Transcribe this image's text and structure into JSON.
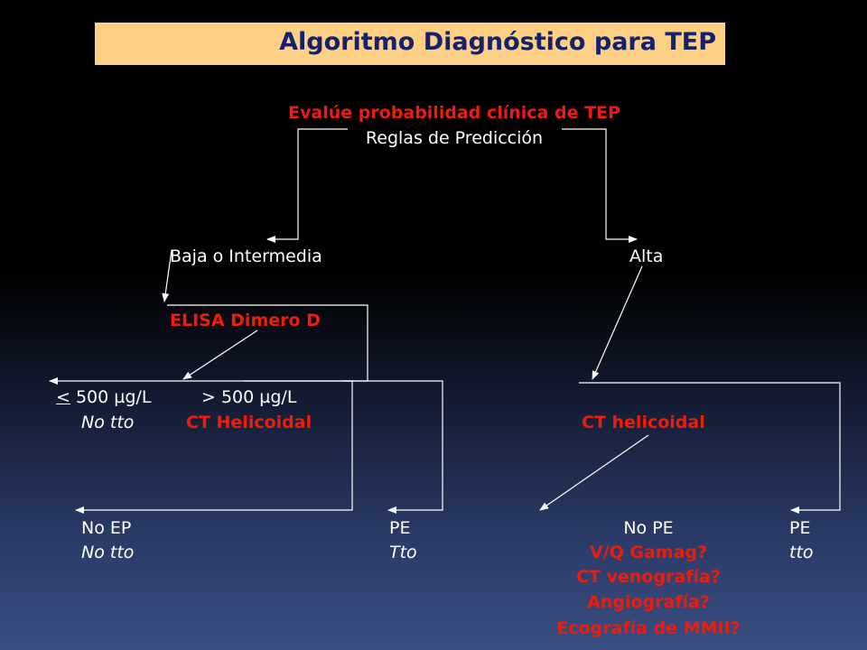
{
  "title": "Algoritmo Diagnóstico para TEP",
  "colors": {
    "title_bg": "#fdd085",
    "title_text": "#16216e",
    "highlight": "#ee1c0c",
    "text": "#ffffff"
  },
  "nodes": {
    "root_title": "Evalúe probabilidad clínica de TEP",
    "root_sub": "Reglas de Predicción",
    "low": "Baja o Intermedia",
    "high": "Alta",
    "elisa": "ELISA Dimero D",
    "lt_symbol": "<",
    "lt_value": " 500 µg/L",
    "lt_action": "No tto",
    "gt_value": "> 500 µg/L",
    "gt_action": "CT Helicoidal",
    "ct_high": "CT helicoidal",
    "no_ep": "No EP",
    "no_ep_action": "No tto",
    "pe_left": "PE",
    "pe_left_action": "Tto",
    "no_pe": "No PE",
    "no_pe_options": [
      "V/Q Gamag?",
      "CT venografía?",
      "Angiografía?",
      "Ecografía de MMII?"
    ],
    "pe_right": "PE",
    "pe_right_action": "tto"
  }
}
